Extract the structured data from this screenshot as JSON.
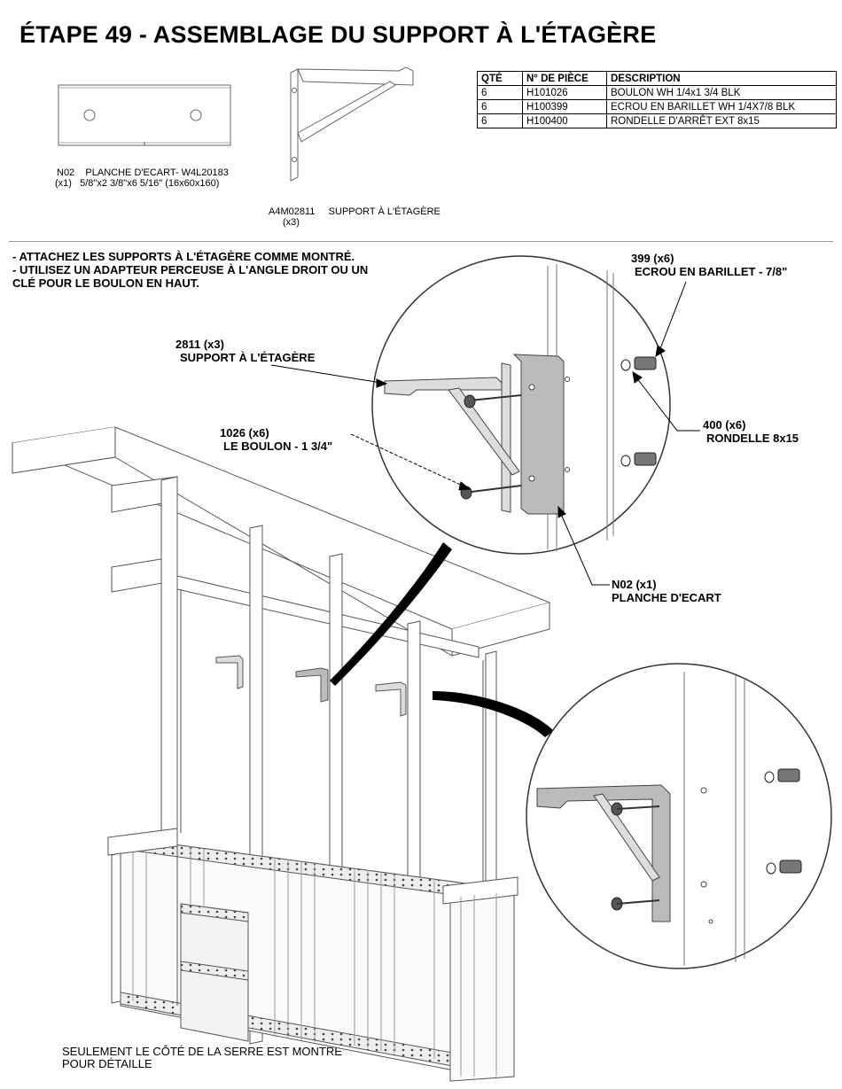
{
  "title": "ÉTAPE 49 - ASSEMBLAGE DU SUPPORT À L'ÉTAGÈRE",
  "parts_table": {
    "headers": [
      "QTÉ",
      "N° DE PIÈCE",
      "DESCRIPTION"
    ],
    "rows": [
      {
        "qty": "6",
        "part": "H101026",
        "desc": "BOULON WH 1/4x1 3/4 BLK"
      },
      {
        "qty": "6",
        "part": "H100399",
        "desc": "ECROU EN BARILLET WH 1/4X7/8 BLK"
      },
      {
        "qty": "6",
        "part": "H100400",
        "desc": "RONDELLE D'ARRÊT EXT 8x15"
      }
    ]
  },
  "components": {
    "board": {
      "code": "N02",
      "qty": "(x1)",
      "name": "PLANCHE D'ECART- W4L20183",
      "dims": "5/8\"x2 3/8\"x6 5/16\" (16x60x160)"
    },
    "bracket": {
      "code": "A4M02811",
      "name": "SUPPORT À L'ÉTAGÈRE",
      "qty": "(x3)"
    }
  },
  "instructions": [
    "- ATTACHEZ LES SUPPORTS À L'ÉTAGÈRE COMME MONTRÉ.",
    "- UTILISEZ UN ADAPTEUR PERCEUSE À L'ANGLE DROIT OU UN",
    "CLÉ POUR LE BOULON EN HAUT."
  ],
  "callouts": {
    "nut": {
      "line1": "399 (x6)",
      "line2": "ECROU EN BARILLET  - 7/8\""
    },
    "bracket": {
      "line1": "2811 (x3)",
      "line2": "SUPPORT À L'ÉTAGÈRE"
    },
    "washer": {
      "line1": "400 (x6)",
      "line2": "RONDELLE 8x15"
    },
    "bolt": {
      "line1": "1026 (x6)",
      "line2": "LE BOULON - 1 3/4\""
    },
    "board": {
      "line1": "N02 (x1)",
      "line2": "PLANCHE D'ECART"
    }
  },
  "footer_note": [
    "SEULEMENT LE CÔTÉ DE LA SERRE EST MONTRÉ",
    "POUR DÉTAILLE"
  ]
}
